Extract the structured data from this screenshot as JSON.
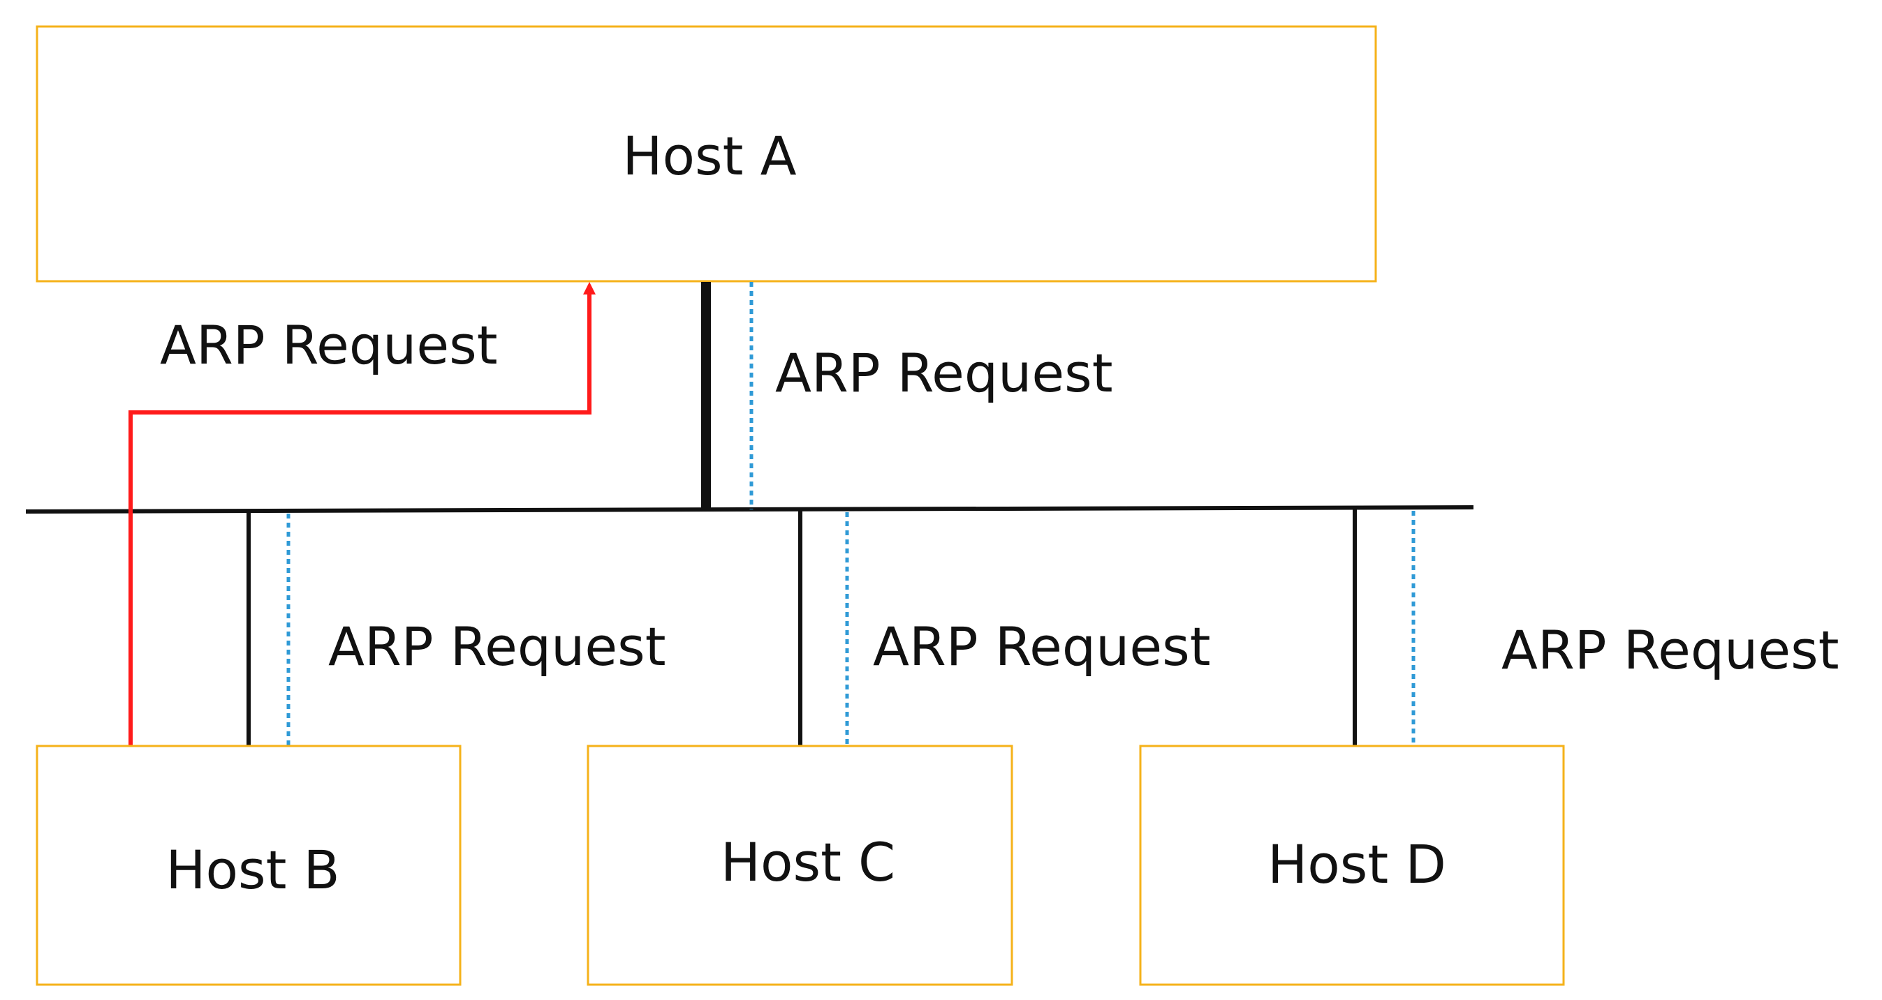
{
  "hosts": {
    "a": "Host A",
    "b": "Host B",
    "c": "Host C",
    "d": "Host D"
  },
  "messages": {
    "reply_to_a": "ARP Request",
    "from_a": "ARP Request",
    "to_b": "ARP Request",
    "to_c": "ARP Request",
    "to_d": "ARP Request"
  },
  "colors": {
    "host_border": "#f5b21a",
    "broadcast_line": "#2f9ad6",
    "reply_line": "#ff1a1a",
    "wire": "#111111"
  }
}
